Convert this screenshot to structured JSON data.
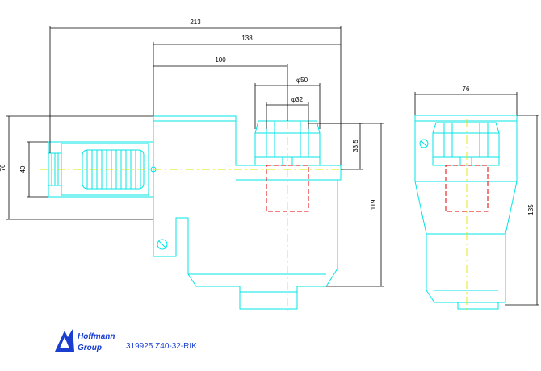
{
  "dimensions": {
    "total_length": "213",
    "length_138": "138",
    "length_100": "100",
    "dia_50": "φ50",
    "dia_32": "φ32",
    "height_33_5": "33,5",
    "height_76_left": "76",
    "height_40": "40",
    "height_119": "119",
    "width_76_right": "76",
    "height_135": "135"
  },
  "logo": {
    "line1": "Hoffmann",
    "line2": "Group"
  },
  "part_number": "319925 Z40-32-RIK",
  "colors": {
    "outline": "#00e5e5",
    "dimension": "#000000",
    "centerline": "#e5e500",
    "hidden": "#e00000",
    "logo": "#1a3fd0"
  }
}
